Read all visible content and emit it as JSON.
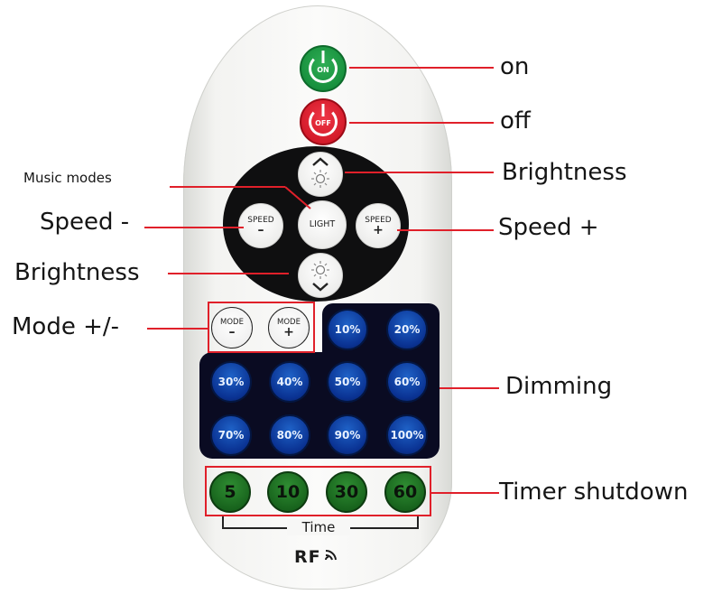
{
  "remote": {
    "power_on": "ON",
    "power_off": "OFF",
    "center": "LIGHT",
    "speed_minus": {
      "word": "SPEED",
      "sign": "–"
    },
    "speed_plus": {
      "word": "SPEED",
      "sign": "+"
    },
    "mode_minus": {
      "word": "MODE",
      "sign": "–"
    },
    "mode_plus": {
      "word": "MODE",
      "sign": "+"
    },
    "dimming": [
      "10%",
      "20%",
      "30%",
      "40%",
      "50%",
      "60%",
      "70%",
      "80%",
      "90%",
      "100%"
    ],
    "timers": [
      "5",
      "10",
      "30",
      "60"
    ],
    "time_label": "Time",
    "brand": "RF"
  },
  "labels": {
    "on": "on",
    "off": "off",
    "brightness_up": "Brightness",
    "music_modes": "Music modes",
    "speed_minus": "Speed -",
    "speed_plus": "Speed +",
    "brightness_down": "Brightness",
    "mode": "Mode +/-",
    "dimming": "Dimming",
    "timer": "Timer shutdown"
  },
  "colors": {
    "callout_red": "#e0202a",
    "on_green": "#0e8434",
    "off_red": "#c9101f",
    "dim_blue": "#0a3292",
    "timer_green": "#17621c"
  }
}
